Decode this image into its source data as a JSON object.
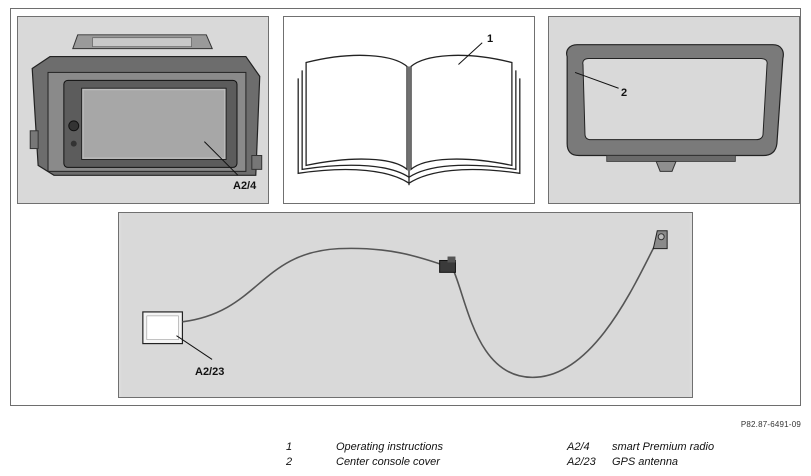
{
  "figure_code": "P82.87-6491-09",
  "callouts": {
    "radio": "A2/4",
    "manual": "1",
    "cover": "2",
    "antenna": "A2/23"
  },
  "legend": {
    "left": [
      {
        "key": "1",
        "text": "Operating instructions"
      },
      {
        "key": "2",
        "text": "Center console cover"
      }
    ],
    "right": [
      {
        "key": "A2/4",
        "text": "smart Premium radio"
      },
      {
        "key": "A2/23",
        "text": "GPS antenna"
      }
    ]
  }
}
